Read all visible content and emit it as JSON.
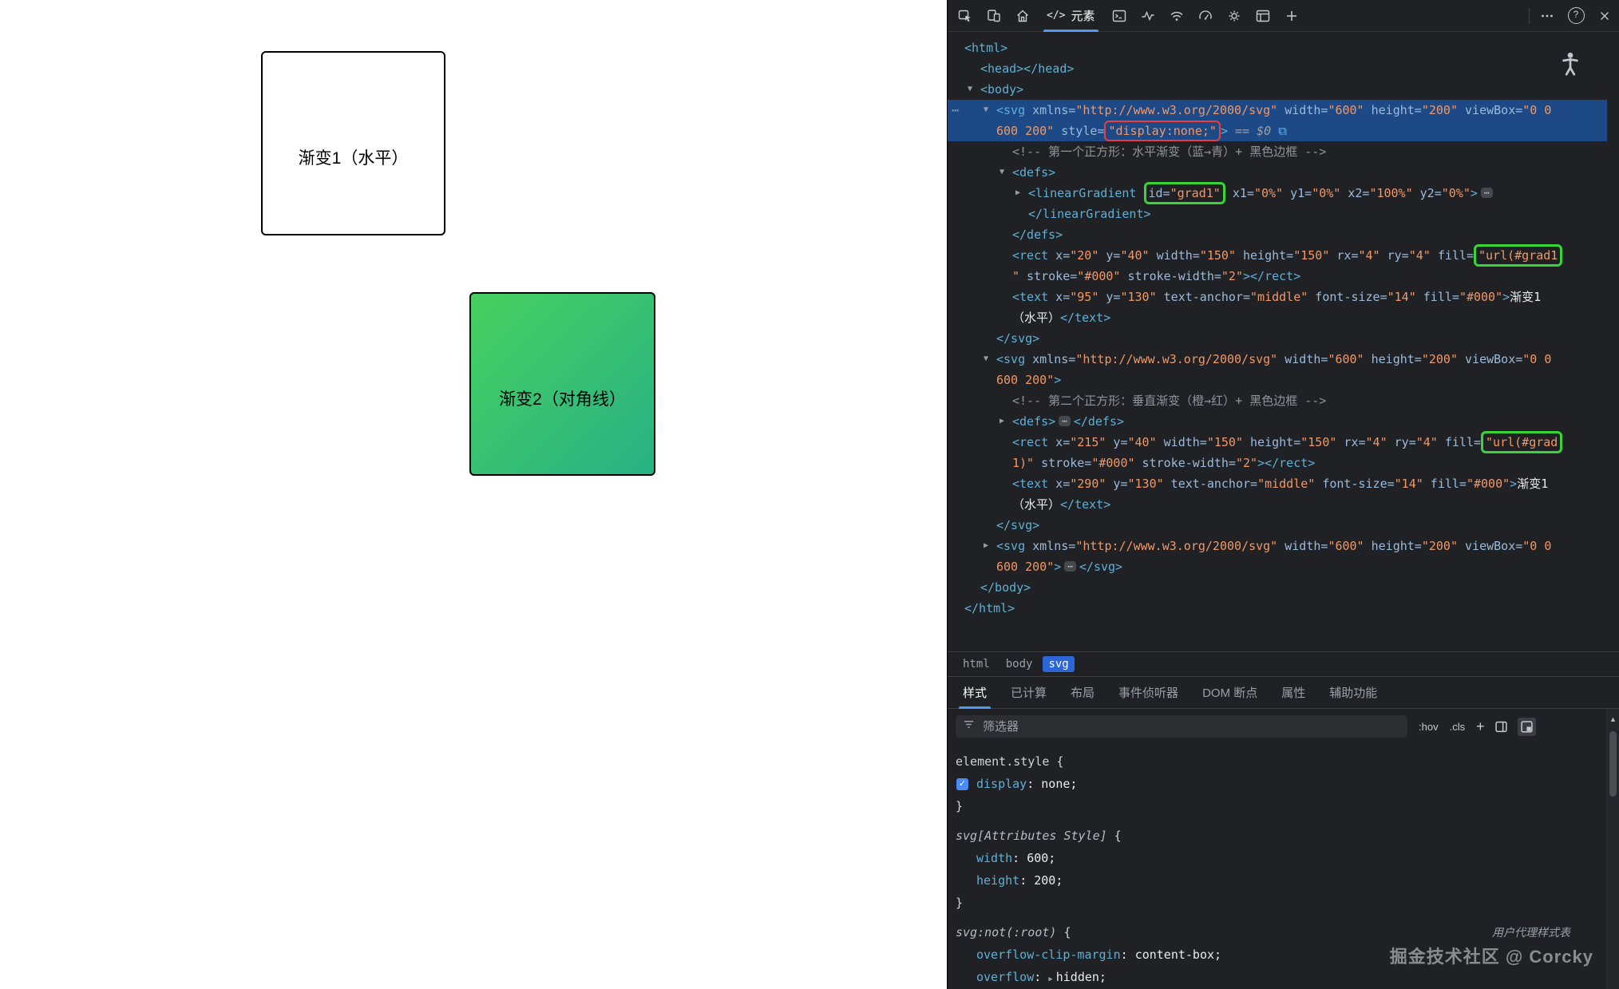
{
  "page": {
    "square1": {
      "label": "渐变1（水平）"
    },
    "square2": {
      "label": "渐变2（对角线）",
      "gradient_from": "#47d05f",
      "gradient_to": "#28b185",
      "gradient_angle": "135deg"
    }
  },
  "devtools": {
    "toolbar": {
      "elements_tab_label": "元素",
      "elements_tab_icon": "</>",
      "icons": [
        "inspect-icon",
        "device-toolbar-icon",
        "home-icon",
        "console-icon",
        "performance-monitor-icon",
        "network-icon",
        "performance-icon",
        "settings-gear-icon",
        "application-icon",
        "add-tools-icon"
      ],
      "right_icons": [
        "more-menu-icon",
        "help-icon",
        "close-icon"
      ]
    },
    "tree": {
      "lines": [
        {
          "ind": 0,
          "tokens": [
            [
              "tag",
              "<html>"
            ]
          ]
        },
        {
          "ind": 1,
          "tokens": [
            [
              "tag",
              "<head></head>"
            ]
          ]
        },
        {
          "ind": 1,
          "arrow": "d",
          "tokens": [
            [
              "tag",
              "<body>"
            ]
          ]
        },
        {
          "ind": 2,
          "arrow": "d",
          "sel": true,
          "dots": true,
          "tokens": [
            [
              "tag",
              "<svg"
            ],
            [
              "attr",
              " xmlns="
            ],
            [
              "val",
              "\"http://www.w3.org/2000/svg\""
            ],
            [
              "attr",
              " width="
            ],
            [
              "val",
              "\"600\""
            ],
            [
              "attr",
              " height="
            ],
            [
              "val",
              "\"200\""
            ],
            [
              "attr",
              " viewBox="
            ],
            [
              "val",
              "\"0 0"
            ]
          ]
        },
        {
          "ind": 2,
          "sel": true,
          "tokens": [
            [
              "val",
              "600 200\""
            ],
            [
              "attr",
              " style="
            ],
            {
              "box": "red",
              "parts": [
                [
                  "val",
                  "\"display:none;\""
                ]
              ]
            },
            [
              "tag",
              ">"
            ],
            [
              "dim",
              " == $0 "
            ],
            [
              "bdg",
              ""
            ]
          ]
        },
        {
          "ind": 3,
          "tokens": [
            [
              "com",
              "<!-- 第一个正方形：水平渐变（蓝→青）+ 黑色边框 -->"
            ]
          ]
        },
        {
          "ind": 3,
          "arrow": "d",
          "tokens": [
            [
              "tag",
              "<defs>"
            ]
          ]
        },
        {
          "ind": 4,
          "arrow": "r",
          "tokens": [
            [
              "tag",
              "<linearGradient"
            ],
            [
              "attr",
              " "
            ],
            {
              "box": "green",
              "parts": [
                [
                  "attr",
                  "id="
                ],
                [
                  "val",
                  "\"grad1\""
                ]
              ]
            },
            [
              "attr",
              " x1="
            ],
            [
              "val",
              "\"0%\""
            ],
            [
              "attr",
              " y1="
            ],
            [
              "val",
              "\"0%\""
            ],
            [
              "attr",
              " x2="
            ],
            [
              "val",
              "\"100%\""
            ],
            [
              "attr",
              " y2="
            ],
            [
              "val",
              "\"0%\""
            ],
            [
              "tag",
              ">"
            ],
            [
              "ell",
              ""
            ]
          ]
        },
        {
          "ind": 4,
          "tokens": [
            [
              "tag",
              "</linearGradient>"
            ]
          ]
        },
        {
          "ind": 3,
          "tokens": [
            [
              "tag",
              "</defs>"
            ]
          ]
        },
        {
          "ind": 3,
          "tokens": [
            [
              "tag",
              "<rect"
            ],
            [
              "attr",
              " x="
            ],
            [
              "val",
              "\"20\""
            ],
            [
              "attr",
              " y="
            ],
            [
              "val",
              "\"40\""
            ],
            [
              "attr",
              " width="
            ],
            [
              "val",
              "\"150\""
            ],
            [
              "attr",
              " height="
            ],
            [
              "val",
              "\"150\""
            ],
            [
              "attr",
              " rx="
            ],
            [
              "val",
              "\"4\""
            ],
            [
              "attr",
              " ry="
            ],
            [
              "val",
              "\"4\""
            ],
            [
              "attr",
              " fill="
            ],
            {
              "box": "green",
              "parts": [
                [
                  "val",
                  "\"url(#grad1"
                ]
              ]
            }
          ]
        },
        {
          "ind": 3,
          "tokens": [
            [
              "val",
              "\""
            ],
            [
              "attr",
              " stroke="
            ],
            [
              "val",
              "\"#000\""
            ],
            [
              "attr",
              " stroke-width="
            ],
            [
              "val",
              "\"2\""
            ],
            [
              "tag",
              "></rect>"
            ]
          ]
        },
        {
          "ind": 3,
          "tokens": [
            [
              "tag",
              "<text"
            ],
            [
              "attr",
              " x="
            ],
            [
              "val",
              "\"95\""
            ],
            [
              "attr",
              " y="
            ],
            [
              "val",
              "\"130\""
            ],
            [
              "attr",
              " text-anchor="
            ],
            [
              "val",
              "\"middle\""
            ],
            [
              "attr",
              " font-size="
            ],
            [
              "val",
              "\"14\""
            ],
            [
              "attr",
              " fill="
            ],
            [
              "val",
              "\"#000\""
            ],
            [
              "tag",
              ">"
            ],
            [
              "txt",
              "渐变1"
            ]
          ]
        },
        {
          "ind": 3,
          "tokens": [
            [
              "txt",
              "（水平）"
            ],
            [
              "tag",
              "</text>"
            ]
          ]
        },
        {
          "ind": 2,
          "tokens": [
            [
              "tag",
              "</svg>"
            ]
          ]
        },
        {
          "ind": 2,
          "arrow": "d",
          "tokens": [
            [
              "tag",
              "<svg"
            ],
            [
              "attr",
              " xmlns="
            ],
            [
              "val",
              "\"http://www.w3.org/2000/svg\""
            ],
            [
              "attr",
              " width="
            ],
            [
              "val",
              "\"600\""
            ],
            [
              "attr",
              " height="
            ],
            [
              "val",
              "\"200\""
            ],
            [
              "attr",
              " viewBox="
            ],
            [
              "val",
              "\"0 0"
            ]
          ]
        },
        {
          "ind": 2,
          "tokens": [
            [
              "val",
              "600 200\""
            ],
            [
              "tag",
              ">"
            ]
          ]
        },
        {
          "ind": 3,
          "tokens": [
            [
              "com",
              "<!-- 第二个正方形：垂直渐变（橙→红）+ 黑色边框 -->"
            ]
          ]
        },
        {
          "ind": 3,
          "arrow": "r",
          "tokens": [
            [
              "tag",
              "<defs>"
            ],
            [
              "ell",
              ""
            ],
            [
              "tag",
              "</defs>"
            ]
          ]
        },
        {
          "ind": 3,
          "tokens": [
            [
              "tag",
              "<rect"
            ],
            [
              "attr",
              " x="
            ],
            [
              "val",
              "\"215\""
            ],
            [
              "attr",
              " y="
            ],
            [
              "val",
              "\"40\""
            ],
            [
              "attr",
              " width="
            ],
            [
              "val",
              "\"150\""
            ],
            [
              "attr",
              " height="
            ],
            [
              "val",
              "\"150\""
            ],
            [
              "attr",
              " rx="
            ],
            [
              "val",
              "\"4\""
            ],
            [
              "attr",
              " ry="
            ],
            [
              "val",
              "\"4\""
            ],
            [
              "attr",
              " fill="
            ],
            {
              "box": "green",
              "parts": [
                [
                  "val",
                  "\"url(#grad"
                ]
              ]
            }
          ]
        },
        {
          "ind": 3,
          "tokens": [
            [
              "val",
              "1)\""
            ],
            [
              "attr",
              " stroke="
            ],
            [
              "val",
              "\"#000\""
            ],
            [
              "attr",
              " stroke-width="
            ],
            [
              "val",
              "\"2\""
            ],
            [
              "tag",
              "></rect>"
            ]
          ]
        },
        {
          "ind": 3,
          "tokens": [
            [
              "tag",
              "<text"
            ],
            [
              "attr",
              " x="
            ],
            [
              "val",
              "\"290\""
            ],
            [
              "attr",
              " y="
            ],
            [
              "val",
              "\"130\""
            ],
            [
              "attr",
              " text-anchor="
            ],
            [
              "val",
              "\"middle\""
            ],
            [
              "attr",
              " font-size="
            ],
            [
              "val",
              "\"14\""
            ],
            [
              "attr",
              " fill="
            ],
            [
              "val",
              "\"#000\""
            ],
            [
              "tag",
              ">"
            ],
            [
              "txt",
              "渐变1"
            ]
          ]
        },
        {
          "ind": 3,
          "tokens": [
            [
              "txt",
              "（水平）"
            ],
            [
              "tag",
              "</text>"
            ]
          ]
        },
        {
          "ind": 2,
          "tokens": [
            [
              "tag",
              "</svg>"
            ]
          ]
        },
        {
          "ind": 2,
          "arrow": "r",
          "tokens": [
            [
              "tag",
              "<svg"
            ],
            [
              "attr",
              " xmlns="
            ],
            [
              "val",
              "\"http://www.w3.org/2000/svg\""
            ],
            [
              "attr",
              " width="
            ],
            [
              "val",
              "\"600\""
            ],
            [
              "attr",
              " height="
            ],
            [
              "val",
              "\"200\""
            ],
            [
              "attr",
              " viewBox="
            ],
            [
              "val",
              "\"0 0"
            ]
          ]
        },
        {
          "ind": 2,
          "tokens": [
            [
              "val",
              "600 200\""
            ],
            [
              "tag",
              ">"
            ],
            [
              "ell",
              ""
            ],
            [
              "tag",
              "</svg>"
            ]
          ]
        },
        {
          "ind": 1,
          "tokens": [
            [
              "tag",
              "</body>"
            ]
          ]
        },
        {
          "ind": 0,
          "tokens": [
            [
              "tag",
              "</html>"
            ]
          ]
        }
      ]
    },
    "breadcrumbs": [
      {
        "label": "html",
        "active": false
      },
      {
        "label": "body",
        "active": false
      },
      {
        "label": "svg",
        "active": true
      }
    ],
    "panel_tabs": [
      {
        "label": "样式",
        "active": true
      },
      {
        "label": "已计算",
        "active": false
      },
      {
        "label": "布局",
        "active": false
      },
      {
        "label": "事件侦听器",
        "active": false
      },
      {
        "label": "DOM 断点",
        "active": false
      },
      {
        "label": "属性",
        "active": false
      },
      {
        "label": "辅助功能",
        "active": false
      }
    ],
    "filter": {
      "placeholder": "筛选器",
      "pseudo": ":hov",
      "cls": ".cls",
      "plus": "+"
    },
    "styles_rules": [
      {
        "selector": "element.style",
        "italic": false,
        "props": [
          {
            "checkbox": true,
            "name": "display",
            "value": "none;"
          }
        ]
      },
      {
        "selector": "svg[Attributes Style]",
        "italic": true,
        "props": [
          {
            "name": "width",
            "value": "600;"
          },
          {
            "name": "height",
            "value": "200;"
          }
        ]
      },
      {
        "selector": "svg:not(:root)",
        "italic": true,
        "ua_label": "用户代理样式表",
        "props": [
          {
            "name": "overflow-clip-margin",
            "value": "content-box;"
          },
          {
            "name": "overflow",
            "value": "hidden;",
            "expand": true
          }
        ]
      }
    ],
    "watermark": "掘金技术社区 @ Corcky",
    "colors": {
      "accent": "#4e9af5",
      "selection_bg": "#1d4a86",
      "annotation_red": "#ee3b3b",
      "annotation_green": "#38d438",
      "tag": "#5db0d7",
      "attr": "#9bbbdc",
      "value": "#f29766",
      "comment": "#8f949a"
    }
  }
}
